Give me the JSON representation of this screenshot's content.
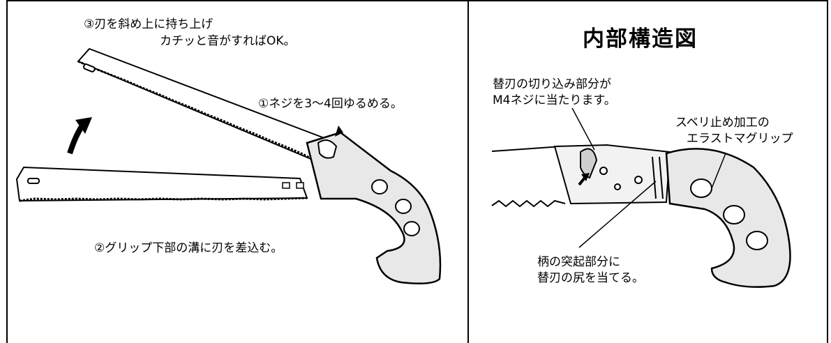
{
  "left_panel": {
    "step3": {
      "line1": "③刃を斜め上に持ち上げ",
      "line2": "カチッと音がすればOK。"
    },
    "step1": "①ネジを3～4回ゆるめる。",
    "step2": "②グリップ下部の溝に刃を差込む。"
  },
  "right_panel": {
    "title": "内部構造図",
    "notch_note": {
      "line1": "替刃の切り込み部分が",
      "line2": "M4ネジに当たります。"
    },
    "grip_note": {
      "line1": "スベリ止め加工の",
      "line2": "エラストマグリップ"
    },
    "stop_note": {
      "line1": "柄の突起部分に",
      "line2": "替刃の尻を当てる。"
    }
  }
}
